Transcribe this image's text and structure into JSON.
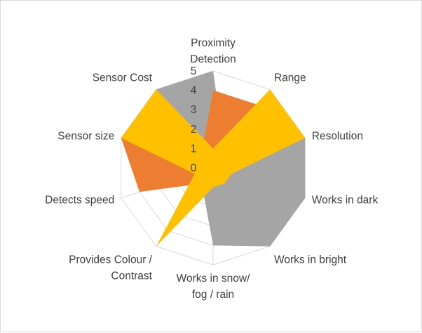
{
  "chart_data": {
    "type": "radar",
    "title": "",
    "axes": [
      {
        "lines": [
          "Proximity",
          "Detection"
        ]
      },
      {
        "lines": [
          "Range"
        ]
      },
      {
        "lines": [
          "Resolution"
        ]
      },
      {
        "lines": [
          "Works in dark"
        ]
      },
      {
        "lines": [
          "Works in bright"
        ]
      },
      {
        "lines": [
          "Works in snow/",
          "fog / rain"
        ]
      },
      {
        "lines": [
          "Provides Colour /",
          "Contrast"
        ]
      },
      {
        "lines": [
          "Detects speed"
        ]
      },
      {
        "lines": [
          "Sensor size"
        ]
      },
      {
        "lines": [
          "Sensor Cost"
        ]
      }
    ],
    "ticks": [
      "0",
      "1",
      "2",
      "3",
      "4",
      "5"
    ],
    "rlim": [
      0,
      5
    ],
    "grid": true,
    "legend": "none",
    "series": [
      {
        "color": "#a5a5a5",
        "values": [
          5,
          1,
          5,
          5,
          5,
          4,
          1,
          1,
          1,
          5
        ]
      },
      {
        "color": "#ed7d31",
        "values": [
          4,
          4,
          1,
          1,
          1,
          1,
          1,
          4,
          5,
          1
        ]
      },
      {
        "color": "#ffc000",
        "values": [
          1,
          5,
          5,
          1,
          1,
          1,
          5,
          1,
          5,
          5
        ]
      }
    ]
  }
}
